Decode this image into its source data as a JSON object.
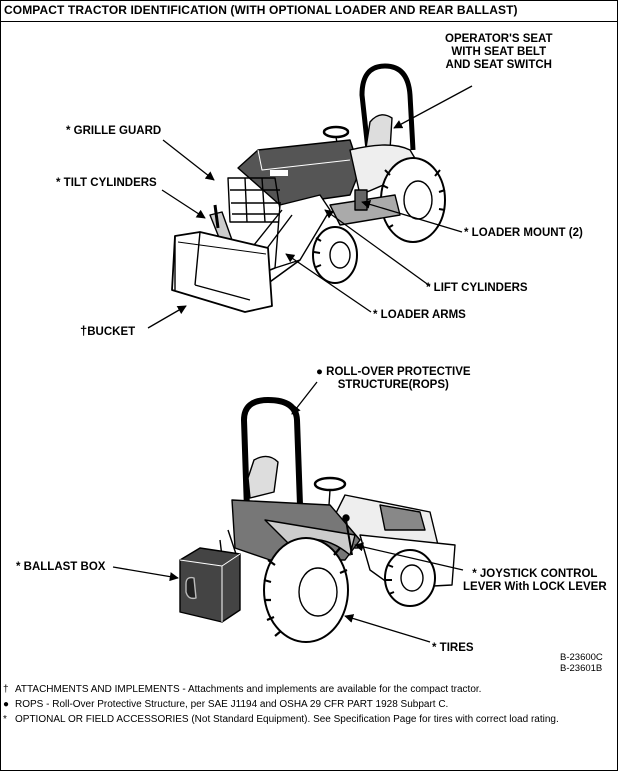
{
  "title": "COMPACT TRACTOR IDENTIFICATION (WITH OPTIONAL LOADER AND REAR BALLAST)",
  "labels": {
    "operator_seat": [
      "OPERATOR'S SEAT",
      "WITH SEAT BELT",
      "AND SEAT SWITCH"
    ],
    "grille_guard": "* GRILLE GUARD",
    "tilt_cylinders": "* TILT CYLINDERS",
    "loader_mount": "* LOADER MOUNT (2)",
    "lift_cylinders": "* LIFT CYLINDERS",
    "loader_arms": "* LOADER ARMS",
    "bucket": "BUCKET",
    "bucket_mark": "†",
    "rops": [
      "● ROLL-OVER PROTECTIVE",
      "STRUCTURE(ROPS)"
    ],
    "ballast_box": "* BALLAST BOX",
    "joystick": [
      "* JOYSTICK CONTROL",
      "LEVER With LOCK LEVER"
    ],
    "tires": "* TIRES"
  },
  "drawing_codes": [
    "B-23600C",
    "B-23601B"
  ],
  "footnotes": [
    {
      "mark": "†",
      "text": "ATTACHMENTS AND IMPLEMENTS - Attachments and implements are available for the compact tractor."
    },
    {
      "mark": "●",
      "text": "ROPS - Roll-Over Protective Structure, per SAE J1194 and OSHA 29 CFR PART 1928 Subpart C."
    },
    {
      "mark": "*",
      "text": "OPTIONAL OR FIELD ACCESSORIES (Not Standard Equipment). See Specification Page for tires with correct load rating."
    }
  ]
}
